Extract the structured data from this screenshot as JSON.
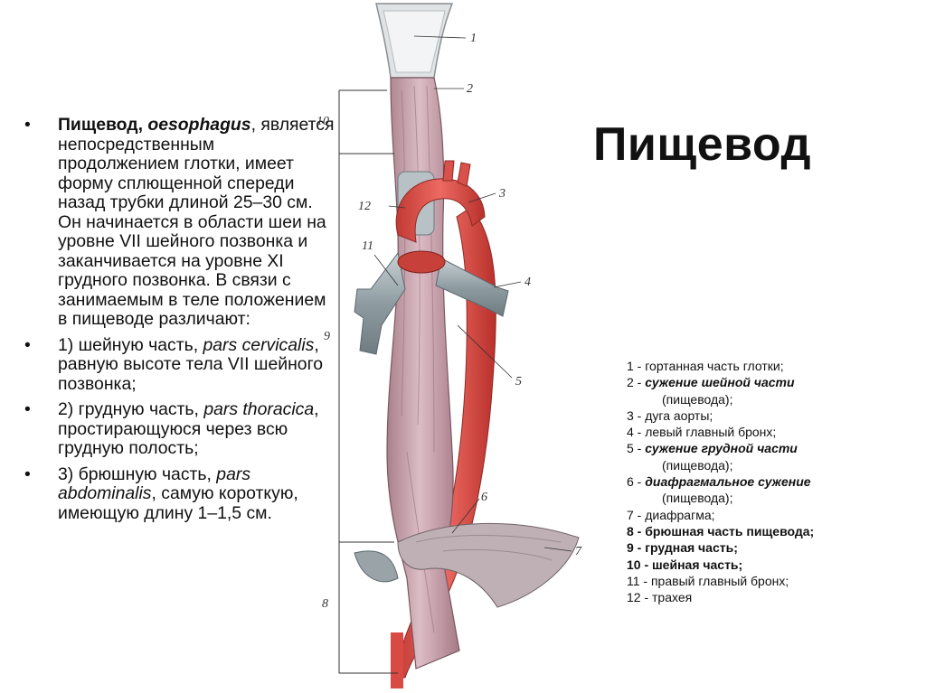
{
  "title": "Пищевод",
  "text": {
    "intro_b1": "Пищевод, ",
    "intro_i": "oesophagus",
    "intro_rest": ", является непосредственным продолжением глотки, имеет форму сплющенной спереди назад трубки длиной 25–30 см. Он начинается в области шеи на уровне VII шейного позвонка и заканчивается на уровне XI грудного позвонка. В связи с занимаемым в теле положением в пищеводе различают:",
    "p1_a": "1) шейную часть, ",
    "p1_i": "pars cervicalis",
    "p1_b": ", равную высоте тела VII шейного позвонка;",
    "p2_a": "2) грудную часть, ",
    "p2_i": "pars thoracica",
    "p2_b": ", простирающуюся через всю грудную полость;",
    "p3_a": "3) брюшную часть, ",
    "p3_i": "pars abdominalis",
    "p3_b": ", самую короткую, имеющую длину 1–1,5 см.",
    "bullet": "•"
  },
  "legend": {
    "l1": "1 - гортанная часть глотки;",
    "l2_num": "2 - ",
    "l2_bi": "сужение шейной части",
    "l2_sub": "(пищевода);",
    "l3": "3 - дуга аорты;",
    "l4": "4 - левый главный бронх;",
    "l5_num": "5 - ",
    "l5_bi": "сужение грудной части",
    "l5_sub": "(пищевода);",
    "l6_num": "6 - ",
    "l6_bi": "диафрагмальное сужение",
    "l6_sub": "(пищевода);",
    "l7": "7 - диафрагма;",
    "l8": "8 - брюшная часть пищевода;",
    "l9": "9 - грудная часть;",
    "l10": "10 - шейная часть;",
    "l11": "11 - правый главный бронх;",
    "l12": "12 - трахея"
  },
  "diagram_labels": {
    "n1": "1",
    "n2": "2",
    "n3": "3",
    "n4": "4",
    "n5": "5",
    "n6": "6",
    "n7": "7",
    "n8": "8",
    "n9": "9",
    "n10": "10",
    "n11": "11",
    "n12": "12"
  },
  "colors": {
    "esophagus": "#c9a0ad",
    "aorta": "#d9453f",
    "bronchus": "#9aa8ad",
    "diaphragm": "#b8a7ae",
    "pharynx": "#d8dde0"
  }
}
